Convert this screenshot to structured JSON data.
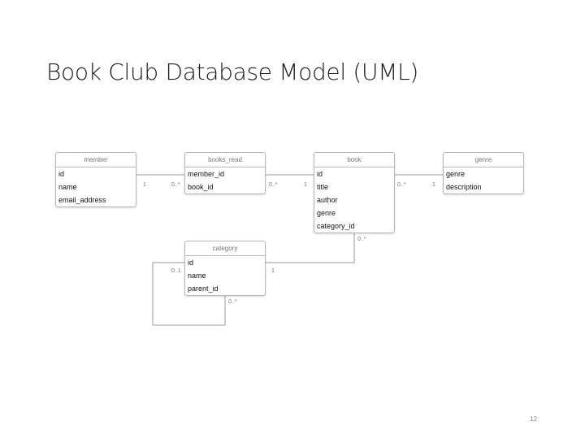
{
  "title": "Book Club Database Model (UML)",
  "page_number": "12",
  "entities": {
    "member": {
      "name": "member",
      "fields": [
        "id",
        "name",
        "email_address"
      ]
    },
    "books_read": {
      "name": "books_read",
      "fields": [
        "member_id",
        "book_id"
      ]
    },
    "book": {
      "name": "book",
      "fields": [
        "id",
        "title",
        "author",
        "genre",
        "category_id"
      ]
    },
    "genre": {
      "name": "genre",
      "fields": [
        "genre",
        "description"
      ]
    },
    "category": {
      "name": "category",
      "fields": [
        "id",
        "name",
        "parent_id"
      ]
    }
  },
  "multiplicities": {
    "member_books_read_member": "1",
    "member_books_read_books_read": "0..*",
    "books_read_book_books_read": "0..*",
    "books_read_book_book": "1",
    "book_genre_book": "0..*",
    "book_genre_genre": "1",
    "book_category_book": "0..*",
    "book_category_category": "1",
    "category_self_parent": "0..1",
    "category_self_child": "0..*"
  }
}
